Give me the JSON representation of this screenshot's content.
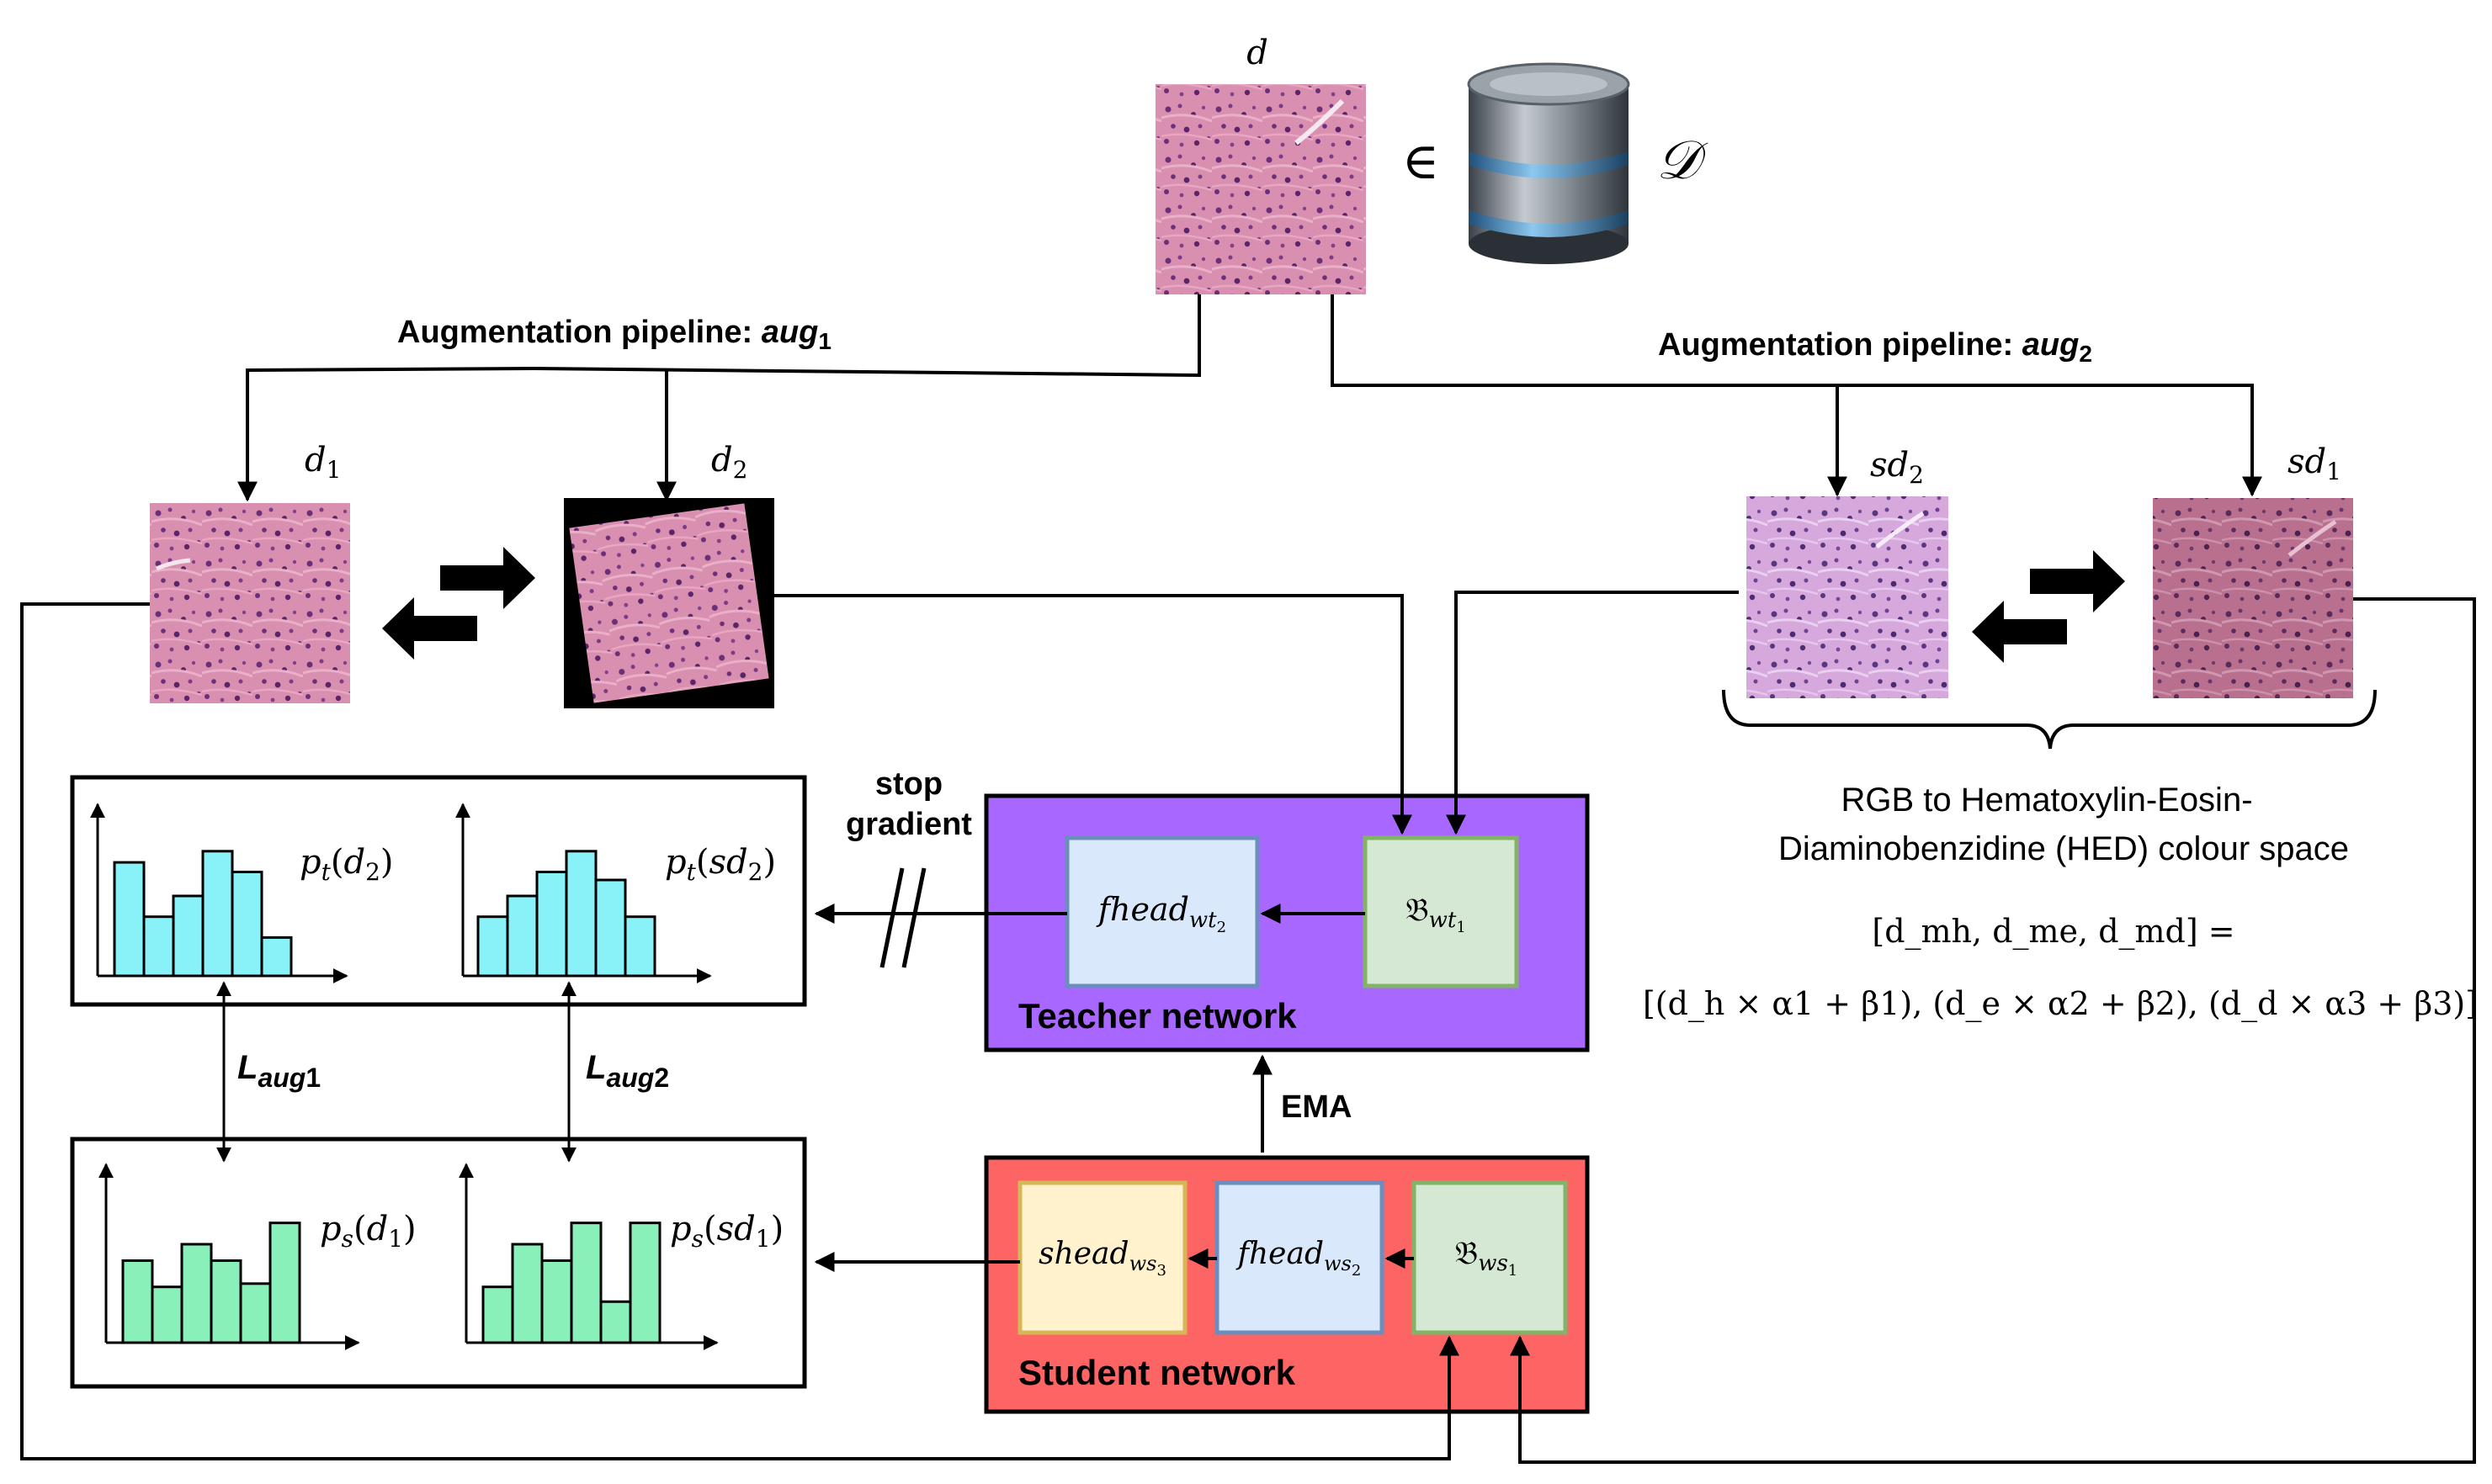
{
  "dataset": {
    "image_label": "d",
    "member_symbol": "∈",
    "dataset_symbol": "𝒟"
  },
  "pipelines": {
    "aug1_prefix": "Augmentation pipeline: ",
    "aug1_name": "aug",
    "aug1_sub": "1",
    "aug2_prefix": "Augmentation pipeline: ",
    "aug2_name": "aug",
    "aug2_sub": "2"
  },
  "views": {
    "d1": {
      "base": "d",
      "sub": "1"
    },
    "d2": {
      "base": "d",
      "sub": "2"
    },
    "sd2": {
      "base": "sd",
      "sub": "2"
    },
    "sd1": {
      "base": "sd",
      "sub": "1"
    }
  },
  "hed": {
    "line1": "RGB to Hematoxylin-Eosin-",
    "line2": "Diaminobenzidine (HED) colour space",
    "formula1": "[d_mh, d_me, d_md] =",
    "formula2": "[(d_h × α1 + β1), (d_e × α2 + β2), (d_d × α3 + β3)]"
  },
  "teacher": {
    "label": "Teacher network",
    "fhead": {
      "base": "fhead",
      "sub": "wt",
      "subsub": "2"
    },
    "backbone": {
      "base": "𝔅",
      "sub": "wt",
      "subsub": "1"
    },
    "stop1": "stop",
    "stop2": "gradient"
  },
  "student": {
    "label": "Student network",
    "shead": {
      "base": "shead",
      "sub": "ws",
      "subsub": "3"
    },
    "fhead": {
      "base": "fhead",
      "sub": "ws",
      "subsub": "2"
    },
    "backbone": {
      "base": "𝔅",
      "sub": "ws",
      "subsub": "1"
    }
  },
  "ema_label": "EMA",
  "losses": {
    "l1": {
      "base": "L",
      "sub": "aug",
      "subsub": "1"
    },
    "l2": {
      "base": "L",
      "sub": "aug",
      "subsub": "2"
    }
  },
  "distributions": {
    "pt_d2": {
      "func": "p",
      "sub": "t",
      "arg": "d",
      "argsub": "2",
      "values": [
        0.71,
        0.37,
        0.5,
        0.78,
        0.65,
        0.24
      ]
    },
    "pt_sd2": {
      "func": "p",
      "sub": "t",
      "arg": "sd",
      "argsub": "2",
      "values": [
        0.37,
        0.5,
        0.65,
        0.78,
        0.6,
        0.37
      ]
    },
    "ps_d1": {
      "func": "p",
      "sub": "s",
      "arg": "d",
      "argsub": "1",
      "values": [
        0.5,
        0.34,
        0.6,
        0.5,
        0.36,
        0.73
      ]
    },
    "ps_sd1": {
      "func": "p",
      "sub": "s",
      "arg": "sd",
      "argsub": "1",
      "values": [
        0.34,
        0.6,
        0.5,
        0.73,
        0.25,
        0.73
      ]
    }
  },
  "colors": {
    "teacher_bg": "#a868ff",
    "student_bg": "#fd6464",
    "fhead_fill": "#d9e8fb",
    "fhead_stroke": "#6c8ebf",
    "backbone_fill": "#d5e8d4",
    "backbone_stroke": "#82b366",
    "shead_fill": "#fff2cc",
    "shead_stroke": "#d6b656",
    "teacher_bar": "#88f2f8",
    "student_bar": "#88f0b8"
  }
}
